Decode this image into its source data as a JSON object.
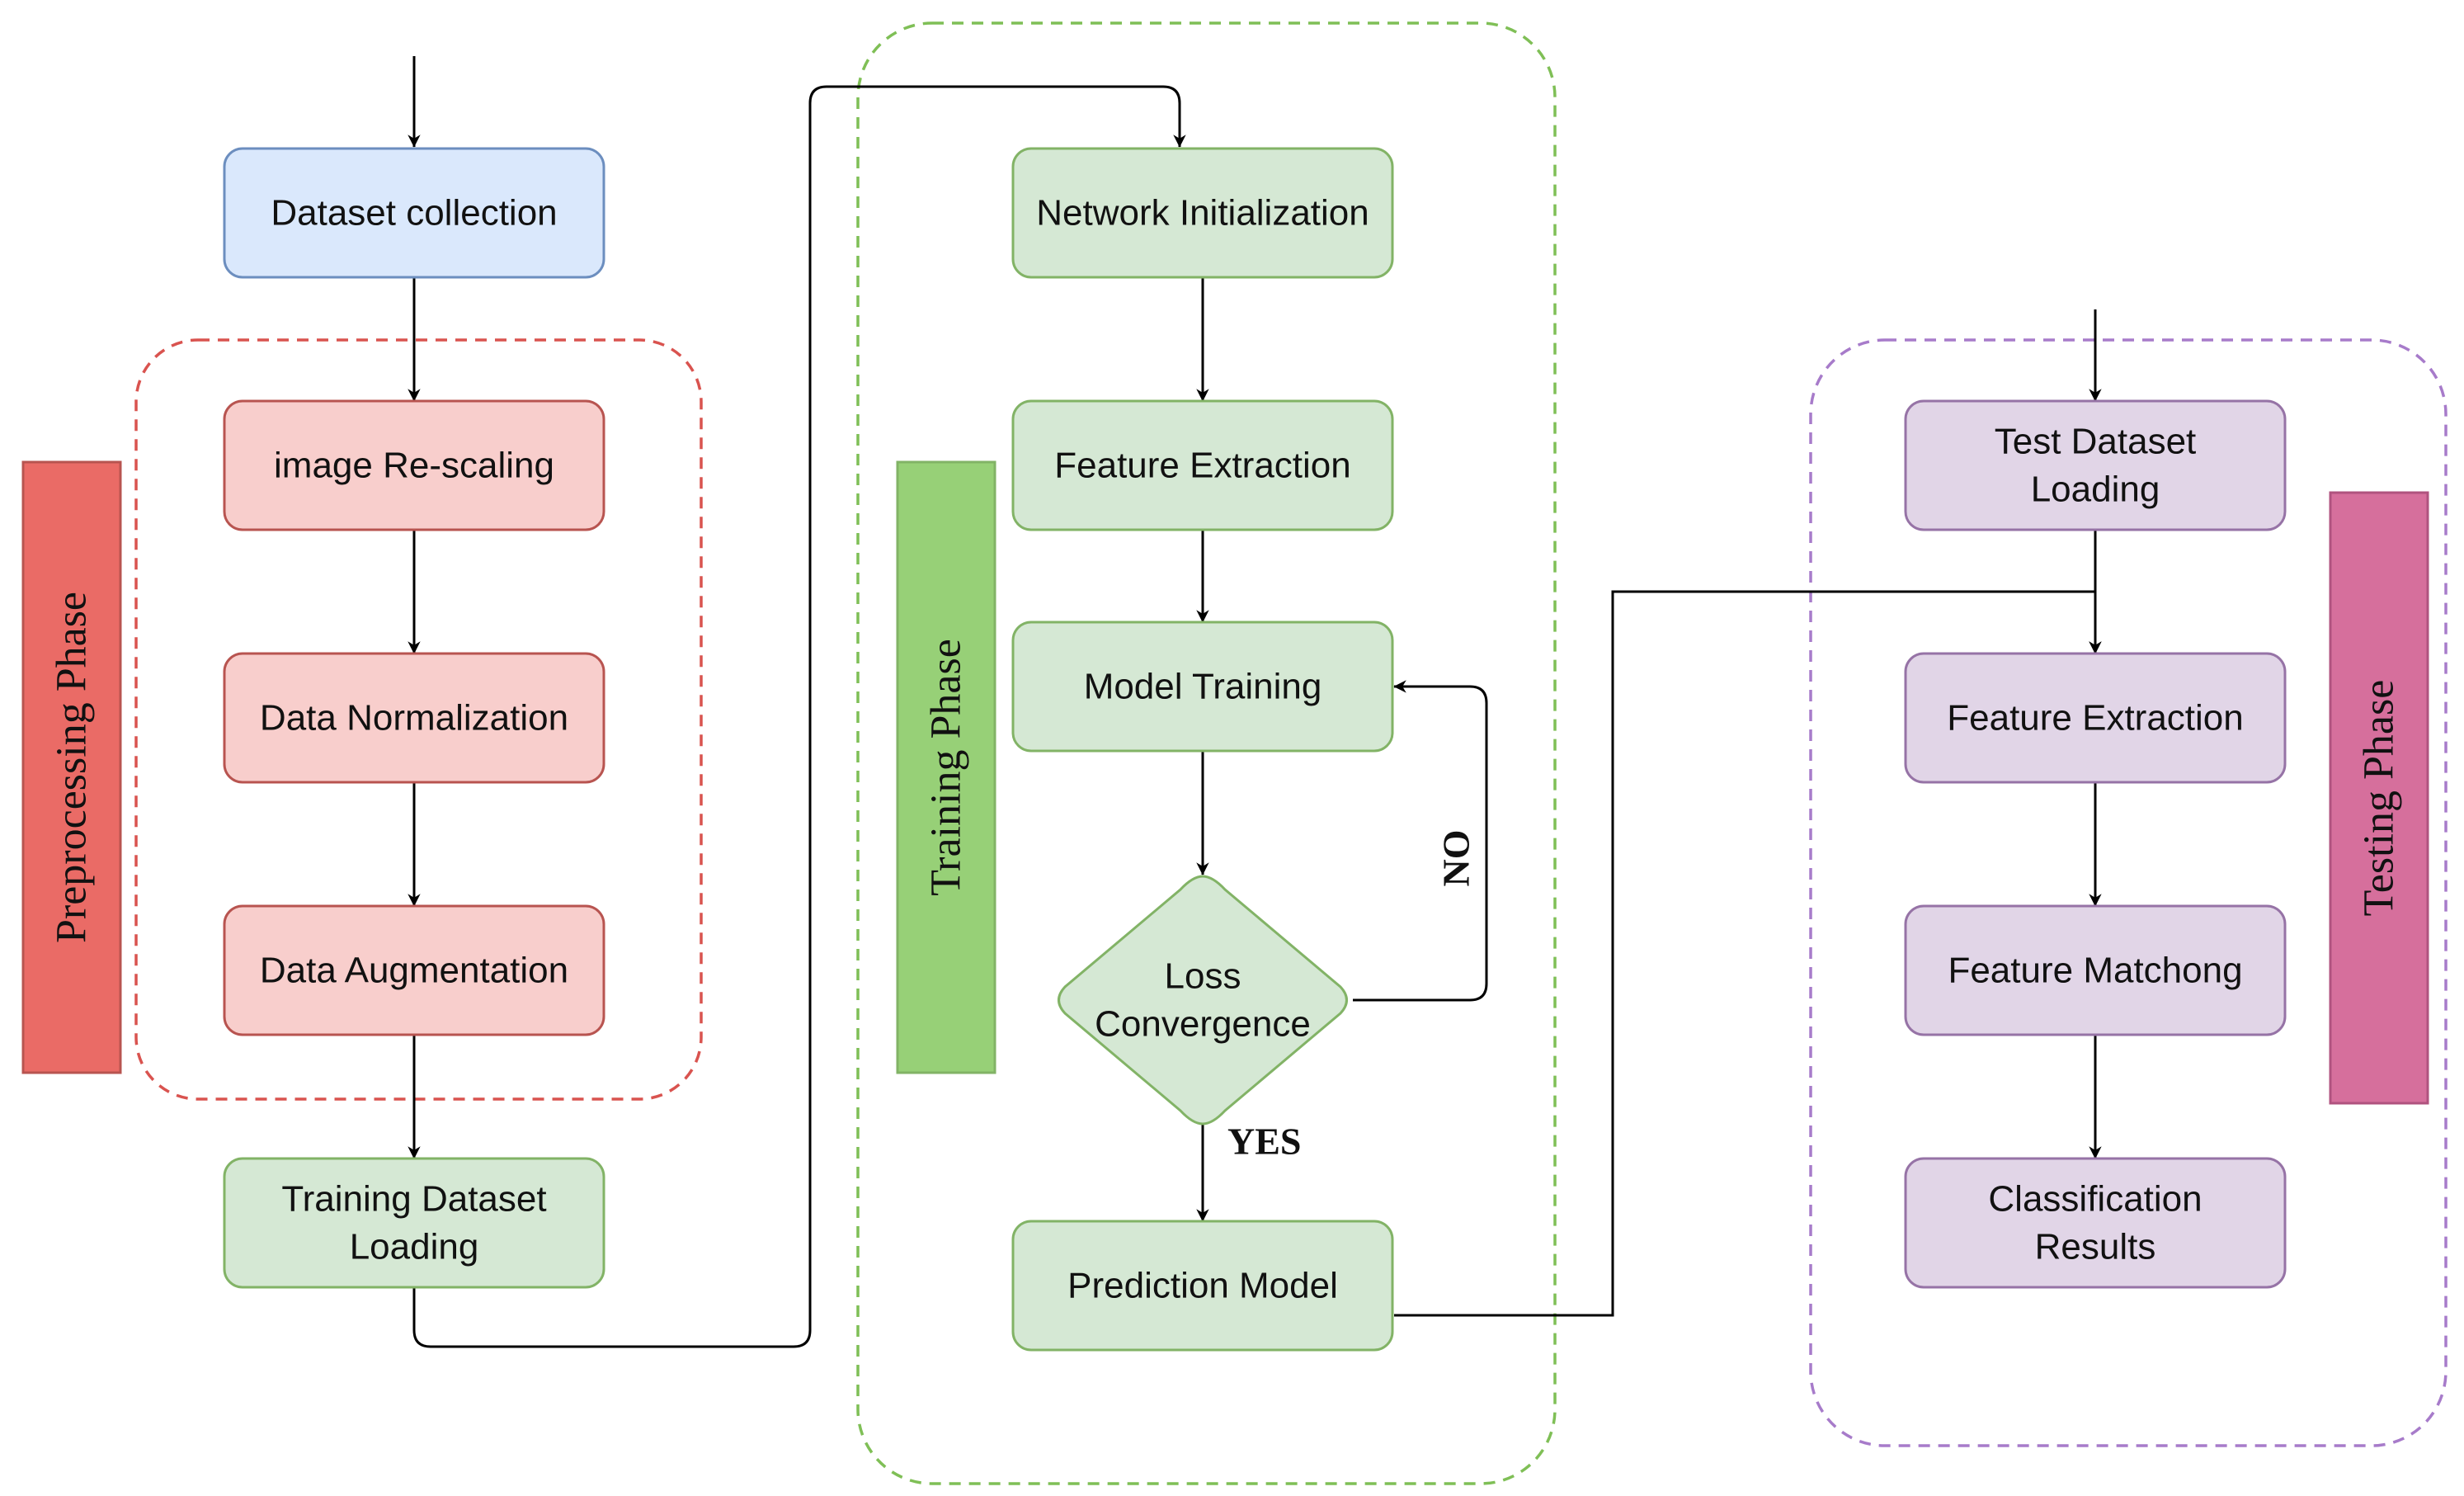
{
  "colors": {
    "blue_fill": "#dae8fc",
    "blue_stroke": "#6c8ebf",
    "red_fill": "#f8cecc",
    "red_stroke": "#b85450",
    "green_fill": "#d5e8d4",
    "green_stroke": "#82b366",
    "purple_fill": "#e1d5e7",
    "purple_stroke": "#9673a6",
    "red_dash": "#d9534f",
    "green_dash": "#7fbf56",
    "purple_dash": "#a77bca",
    "preprocessing_bar": "#ea6b66",
    "training_bar": "#97d077",
    "testing_bar": "#d66f9c"
  },
  "phases": {
    "preprocessing": "Preprocessing Phase",
    "training": "Training Phase",
    "testing": "Testing Phase"
  },
  "nodes": {
    "dataset_collection": [
      "Dataset collection"
    ],
    "image_rescaling": [
      "image Re-scaling"
    ],
    "data_normalization": [
      "Data Normalization"
    ],
    "data_augmentation": [
      "Data Augmentation"
    ],
    "training_dataset_loading": [
      "Training Dataset",
      "Loading"
    ],
    "network_initialization": [
      "Network Initialization"
    ],
    "feature_extraction_train": [
      "Feature Extraction"
    ],
    "model_training": [
      "Model Training"
    ],
    "loss_convergence": [
      "Loss",
      "Convergence"
    ],
    "prediction_model": [
      "Prediction Model"
    ],
    "test_dataset_loading": [
      "Test Dataset",
      "Loading"
    ],
    "feature_extraction_test": [
      "Feature Extraction"
    ],
    "feature_matching": [
      "Feature Matchong"
    ],
    "classification_results": [
      "Classification",
      "Results"
    ]
  },
  "edge_labels": {
    "no": "NO",
    "yes": "YES"
  }
}
